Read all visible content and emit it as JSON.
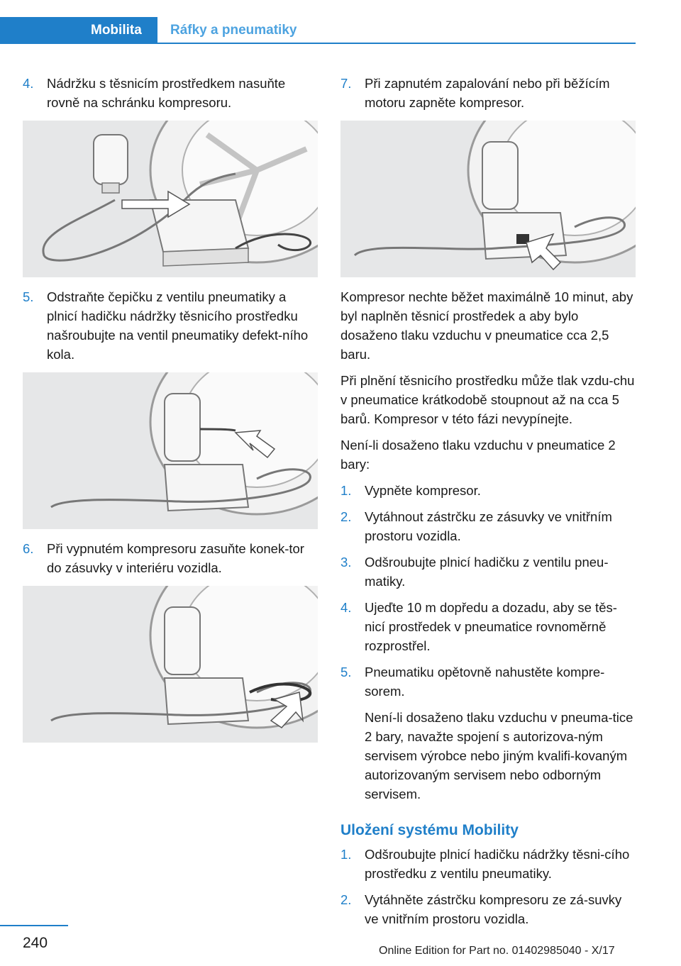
{
  "header": {
    "tab_active": "Mobilita",
    "tab_inactive": "Ráfky a pneumatiky"
  },
  "left": {
    "steps": [
      {
        "num": "4.",
        "text": "Nádržku s těsnicím prostředkem nasuňte rovně na schránku kompresoru."
      },
      {
        "num": "5.",
        "text": "Odstraňte čepičku z ventilu pneumatiky a plnicí hadičku nádržky těsnicího prostředku našroubujte na ventil pneumatiky defekt‐ního kola."
      },
      {
        "num": "6.",
        "text": "Při vypnutém kompresoru zasuňte konek‐tor do zásuvky v interiéru vozidla."
      }
    ]
  },
  "right": {
    "step7": {
      "num": "7.",
      "text": "Při zapnutém zapalování nebo při běžícím motoru zapněte kompresor."
    },
    "paragraphs": [
      "Kompresor nechte běžet maximálně 10 minut, aby byl naplněn těsnicí prostředek a aby bylo dosaženo tlaku vzduchu v pneumatice cca 2,5 baru.",
      "Při plnění těsnicího prostředku může tlak vzdu‐chu v pneumatice krátkodobě stoupnout až na cca 5 barů. Kompresor v této fázi nevypínejte.",
      "Není-li dosaženo tlaku vzduchu v pneumatice 2 bary:"
    ],
    "steps": [
      {
        "num": "1.",
        "text": "Vypněte kompresor."
      },
      {
        "num": "2.",
        "text": "Vytáhnout zástrčku ze zásuvky ve vnitřním prostoru vozidla."
      },
      {
        "num": "3.",
        "text": "Odšroubujte plnicí hadičku z ventilu pneu‐matiky."
      },
      {
        "num": "4.",
        "text": "Ujeďte 10 m dopředu a dozadu, aby se těs‐nicí prostředek v pneumatice rovnoměrně rozprostřel."
      },
      {
        "num": "5.",
        "text": "Pneumatiku opětovně nahustěte kompre‐sorem."
      }
    ],
    "step5_note": "Není-li dosaženo tlaku vzduchu v pneuma‐tice 2 bary, navažte spojení s autorizova‐ným servisem výrobce nebo jiným kvalifi‐kovaným autorizovaným servisem nebo odborným servisem.",
    "section_title": "Uložení systému Mobility",
    "section_steps": [
      {
        "num": "1.",
        "text": "Odšroubujte plnicí hadičku nádržky těsni‐cího prostředku z ventilu pneumatiky."
      },
      {
        "num": "2.",
        "text": "Vytáhněte zástrčku kompresoru ze zá‐suvky ve vnitřním prostoru vozidla."
      }
    ]
  },
  "page_number": "240",
  "footer": "Online Edition for Part no. 01402985040 - X/17"
}
